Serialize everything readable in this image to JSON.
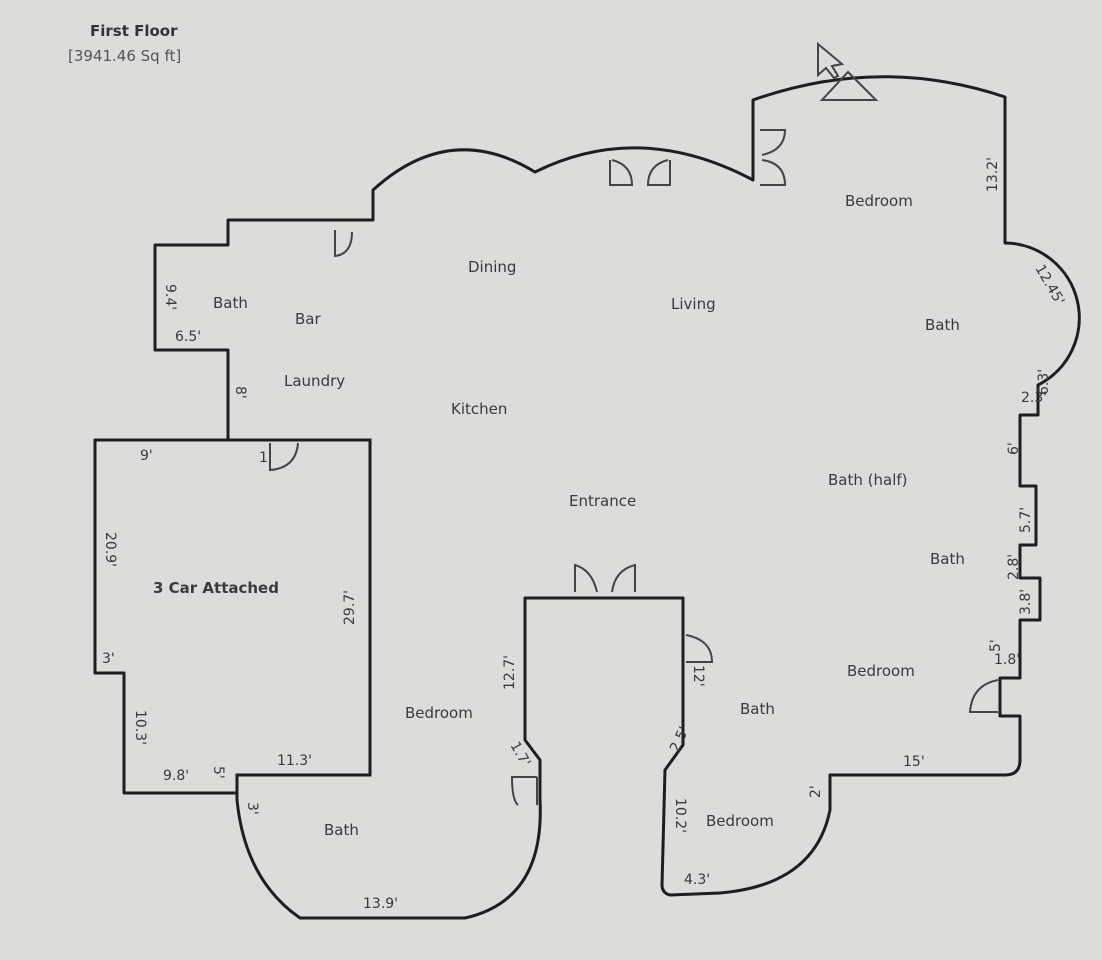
{
  "header": {
    "title": "First Floor",
    "area": "[3941.46 Sq ft]"
  },
  "rooms": [
    "Dining",
    "Living",
    "Bedroom",
    "Bath",
    "Bar",
    "Bath",
    "Laundry",
    "Kitchen",
    "Entrance",
    "Bath (half)",
    "Bath",
    "3 Car Attached",
    "Bedroom",
    "Bedroom",
    "Bath",
    "Bath",
    "Bedroom"
  ],
  "dimensions": [
    "13.2'",
    "12.45'",
    "6.3'",
    "2.3'",
    "6'",
    "5.7'",
    "2.8'",
    "3.8'",
    "1.8'",
    "5'",
    "15'",
    "2'",
    "4.3'",
    "10.2'",
    "2.5'",
    "12'",
    "12.7'",
    "1.7'",
    "13.9'",
    "3'",
    "11.3'",
    "9.8'",
    "5'",
    "10.3'",
    "3'",
    "20.9'",
    "29.7'",
    "9'",
    "1'",
    "8'",
    "6.5'",
    "9.4'"
  ],
  "colors": {
    "wall": "#1e1e1e",
    "background": "#dcdcda",
    "door": "#444444"
  }
}
